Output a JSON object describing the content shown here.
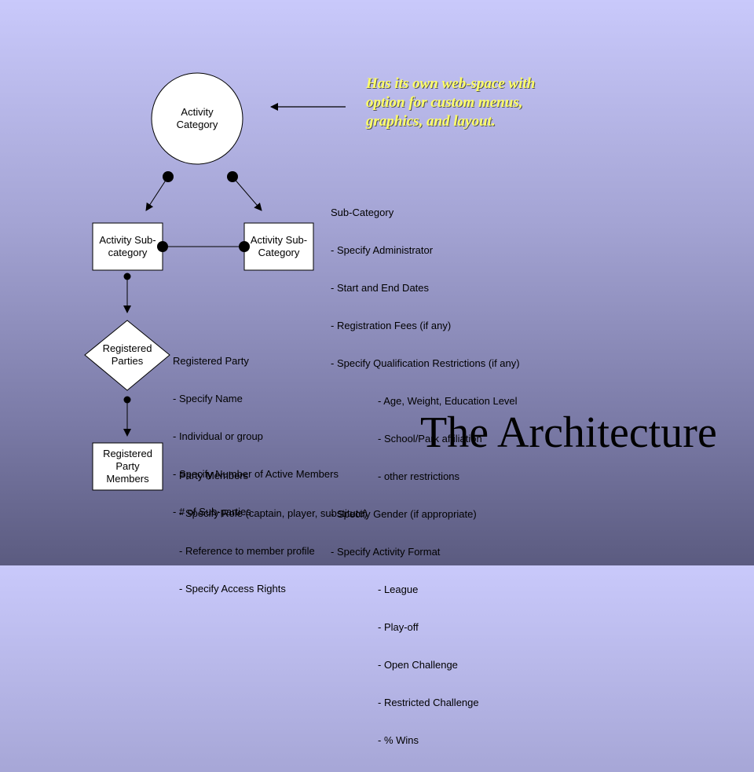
{
  "slide": {
    "title": "The Architecture",
    "callout": {
      "lines": [
        "Has its own web-space with",
        "option for custom menus,",
        "graphics, and layout."
      ]
    },
    "nodes": {
      "activity_category": "Activity Category",
      "sub_left": "Activity Sub-category",
      "sub_right": "Activity Sub-Category",
      "registered_parties": "Registered Parties",
      "party_members": "Registered Party Members"
    },
    "notes": {
      "subcategory": [
        "Sub-Category",
        "- Specify Administrator",
        "- Start and End Dates",
        "- Registration Fees (if any)",
        "- Specify Qualification Restrictions (if any)",
        "- Age, Weight, Education Level",
        "- School/Park affiliation",
        "- other restrictions",
        "- Specify Gender (if appropriate)",
        "- Specify Activity Format",
        "- League",
        "- Play-off",
        "- Open Challenge",
        "- Restricted Challenge",
        "- % Wins"
      ],
      "registered_party": [
        "Registered Party",
        "- Specify Name",
        "- Individual or group",
        "- Specify Number of Active Members",
        "- # of Sub-parties"
      ],
      "party_members": [
        "Party Members",
        "- Specify Role (captain, player, substitute)",
        "- Reference to member profile",
        "- Specify Access Rights"
      ]
    }
  }
}
